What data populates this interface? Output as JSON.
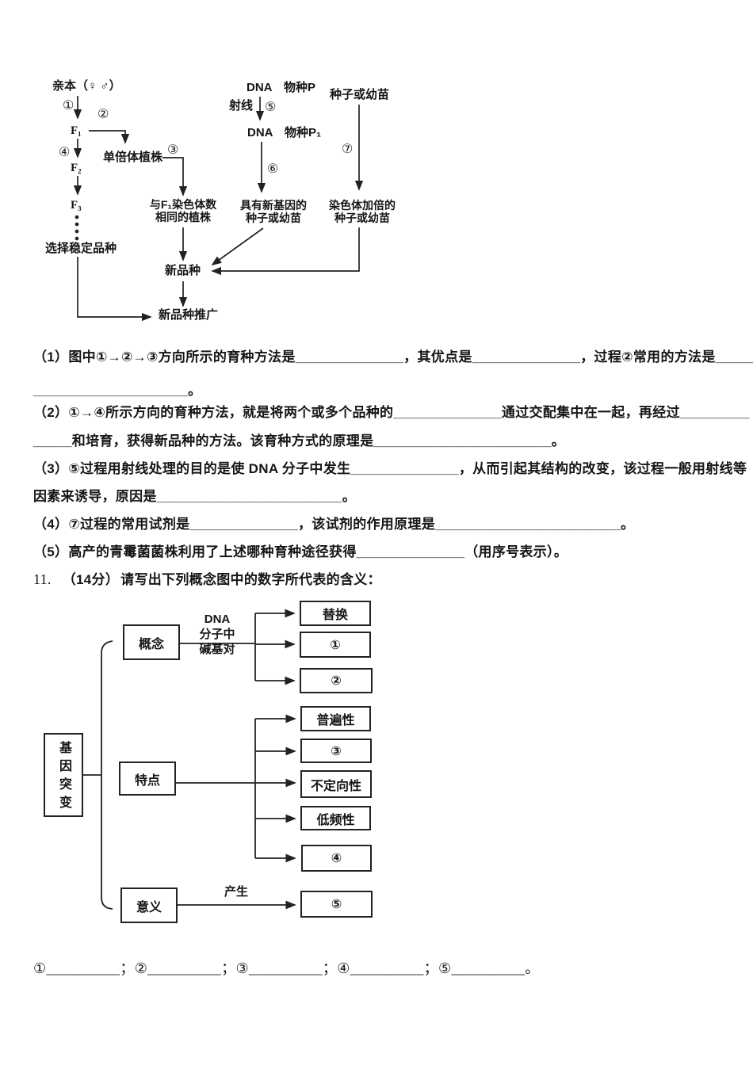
{
  "breeding_diagram": {
    "parents": "亲本（♀ ♂）",
    "step1": "①",
    "step2": "②",
    "step3": "③",
    "step4": "④",
    "step5": "⑤",
    "step6": "⑥",
    "step7": "⑦",
    "f1": "F₁",
    "f2": "F₂",
    "f3": "F₃",
    "haploid_plant": "单倍体植株",
    "select_stable": "选择稳定品种",
    "same_chromosome_line1": "与F₁染色体数",
    "same_chromosome_line2": "相同的植株",
    "new_variety": "新品种",
    "new_variety_promotion": "新品种推广",
    "dna_species_p": "DNA　物种P",
    "ray": "射线",
    "dna_species_p1": "DNA　物种P₁",
    "new_gene_seedling_line1": "具有新基因的",
    "new_gene_seedling_line2": "种子或幼苗",
    "seed_or_seedling": "种子或幼苗",
    "chromosome_doubled_line1": "染色体加倍的",
    "chromosome_doubled_line2": "种子或幼苗"
  },
  "questions": {
    "q1_line1": "（1）图中①→②→③方向所示的育种方法是______________，其优点是______________，过程②常用的方法是_____",
    "q1_line2": "____________________。",
    "q2_line1": "（2）①→④所示方向的育种方法，就是将两个或多个品种的______________通过交配集中在一起，再经过_________",
    "q2_line2": "_____和培育，获得新品种的方法。该育种方式的原理是_______________________。",
    "q3_line1": "（3）⑤过程用射线处理的目的是使 DNA 分子中发生______________，从而引起其结构的改变，该过程一般用射线等",
    "q3_line2": "因素来诱导，原因是________________________。",
    "q4": "（4）⑦过程的常用试剂是______________，该试剂的作用原理是________________________。",
    "q5": "（5）高产的青霉菌菌株利用了上述哪种育种途径获得______________（用序号表示）。"
  },
  "q11": {
    "number": "11.",
    "score": "（14分）",
    "text": "请写出下列概念图中的数字所代表的含义："
  },
  "concept_map": {
    "root": "基因突变",
    "concept": "概念",
    "feature": "特点",
    "significance": "意义",
    "dna_label_line1": "DNA",
    "dna_label_line2": "分子中",
    "dna_label_line3": "碱基对",
    "produce_label": "产生",
    "substitution": "替换",
    "n1": "①",
    "n2": "②",
    "universality": "普遍性",
    "n3": "③",
    "nondirectional": "不定向性",
    "low_frequency": "低频性",
    "n4": "④",
    "n5": "⑤"
  },
  "answer_line": "①__________；②__________；③__________；④__________；⑤__________。"
}
